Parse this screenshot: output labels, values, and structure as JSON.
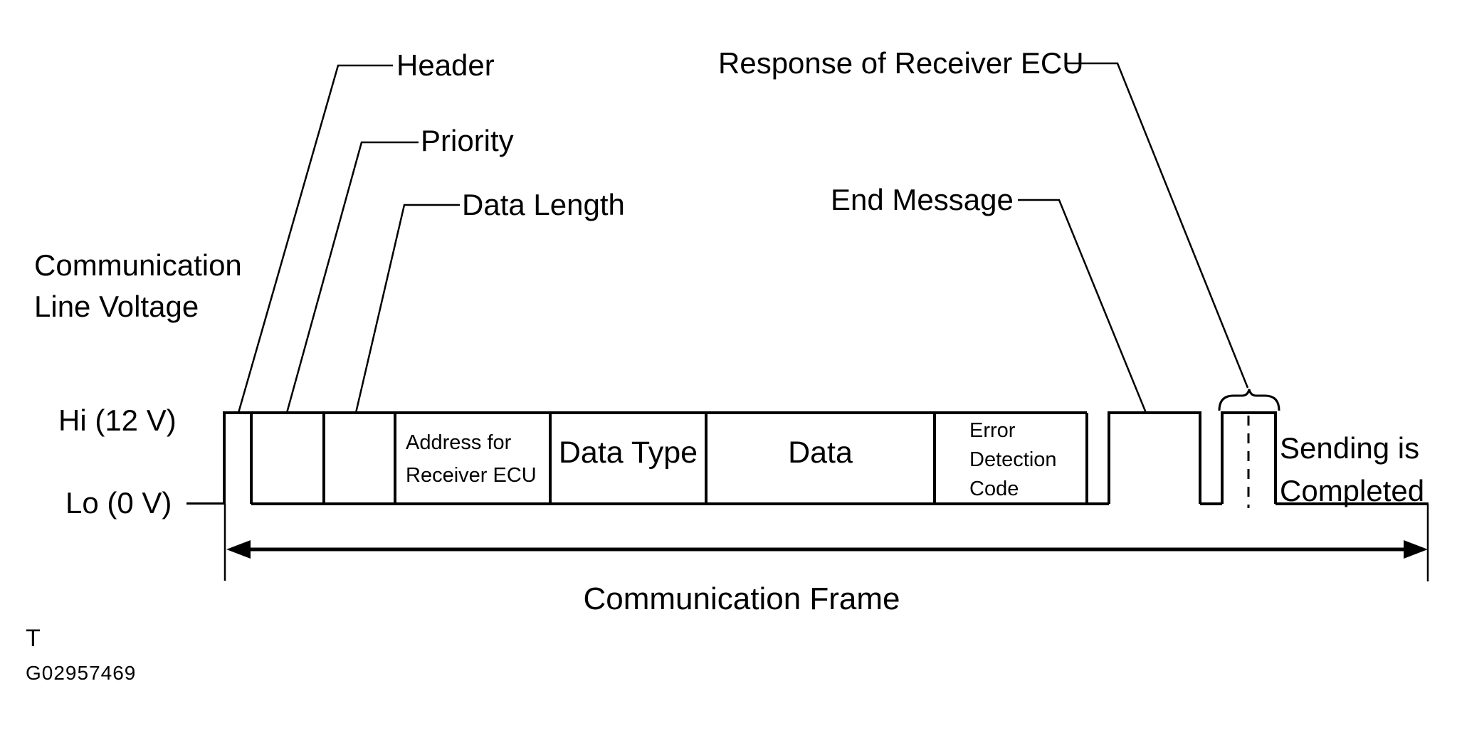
{
  "diagram": {
    "title_note": "Communication frame / line voltage waveform diagram",
    "colors": {
      "ink": "#000000",
      "background": "#ffffff"
    },
    "axis": {
      "title_lines": [
        "Communication",
        "Line Voltage"
      ],
      "hi_label": "Hi (12 V)",
      "lo_label": "Lo (0 V)"
    },
    "callouts": {
      "header": "Header",
      "priority": "Priority",
      "data_length": "Data Length",
      "response": "Response of Receiver ECU",
      "end_message": "End Message",
      "sending_lines": [
        "Sending is",
        "Completed"
      ]
    },
    "fields": {
      "address_lines": [
        "Address for",
        "Receiver ECU"
      ],
      "data_type": "Data Type",
      "data": "Data",
      "error_lines": [
        "Error",
        "Detection",
        "Code"
      ]
    },
    "frame_label": "Communication Frame",
    "footer": {
      "t_mark": "T",
      "figure_id": "G02957469"
    }
  }
}
